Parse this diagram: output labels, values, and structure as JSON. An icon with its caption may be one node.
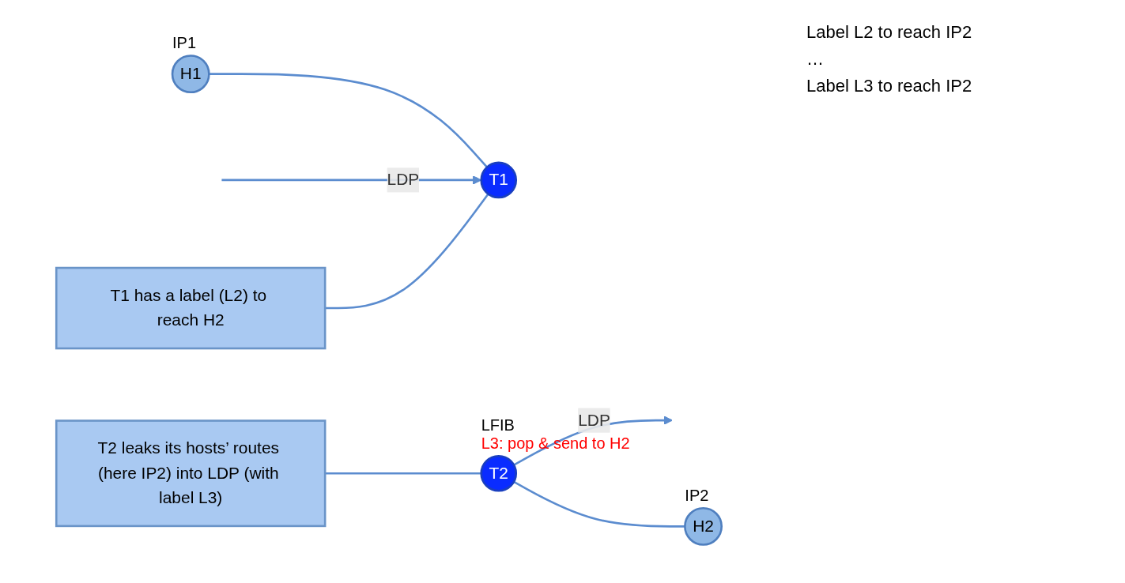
{
  "diagram": {
    "nodes": [
      {
        "text": [
          "H1"
        ],
        "beside": [
          "IP1"
        ]
      },
      {
        "text": [
          "T1"
        ]
      },
      {
        "text": [
          "T2"
        ],
        "beside": [
          "LFIB",
          "L3: pop & send to H2"
        ]
      },
      {
        "text": [
          "H2"
        ],
        "beside": [
          "IP2"
        ]
      },
      {
        "text": [
          "T1 has a label (L2) to reach H2"
        ]
      },
      {
        "text": [
          "T2 leaks its hosts’ routes (here IP2) into LDP (with label L3)"
        ]
      }
    ],
    "edges": [
      {
        "from": 0,
        "to": 1,
        "arrow": "none"
      },
      {
        "from": null,
        "to": 1,
        "arrow": "to",
        "label": "LDP"
      },
      {
        "from": 2,
        "to": null,
        "arrow": "to",
        "label": "LDP"
      },
      {
        "from": 2,
        "to": 3,
        "arrow": "none"
      },
      {
        "from": 4,
        "to": 1,
        "arrow": "none"
      },
      {
        "from": 5,
        "to": 2,
        "arrow": "none"
      }
    ],
    "labels": [
      "Label L2 to reach IP2",
      "…",
      "Label L3 to reach IP2"
    ]
  }
}
